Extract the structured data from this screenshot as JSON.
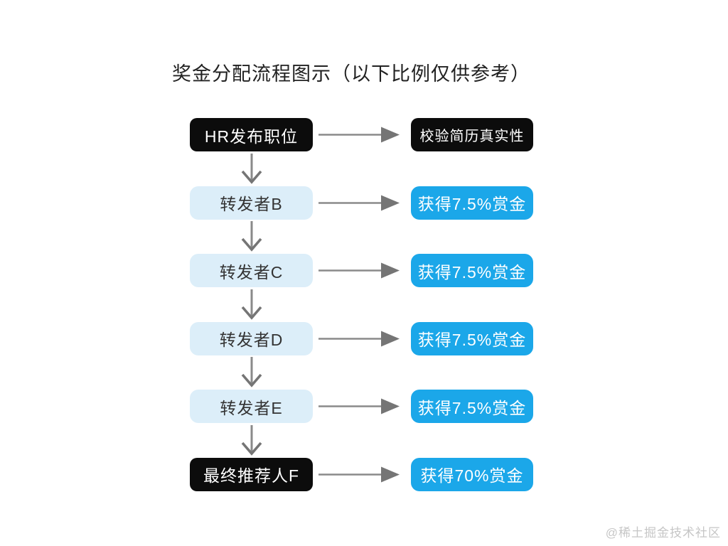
{
  "title": "奖金分配流程图示（以下比例仅供参考）",
  "watermark": "@稀土掘金技术社区",
  "colors": {
    "background": "#ffffff",
    "black_node": "#0c0c0c",
    "light_blue_node": "#dceef9",
    "bright_blue_node": "#1ba7e9",
    "arrow": "#8a8a8a",
    "arrow_head": "#757575",
    "title_text": "#222222",
    "watermark_text": "#c6c6c6"
  },
  "rows": [
    {
      "step": "HR发布职位",
      "step_variant": "black",
      "result": "校验简历真实性",
      "result_variant": "black"
    },
    {
      "step": "转发者B",
      "step_variant": "light",
      "result": "获得7.5%赏金",
      "result_variant": "blue"
    },
    {
      "step": "转发者C",
      "step_variant": "light",
      "result": "获得7.5%赏金",
      "result_variant": "blue"
    },
    {
      "step": "转发者D",
      "step_variant": "light",
      "result": "获得7.5%赏金",
      "result_variant": "blue"
    },
    {
      "step": "转发者E",
      "step_variant": "light",
      "result": "获得7.5%赏金",
      "result_variant": "blue"
    },
    {
      "step": "最终推荐人F",
      "step_variant": "black",
      "result": "获得70%赏金",
      "result_variant": "blue"
    }
  ]
}
